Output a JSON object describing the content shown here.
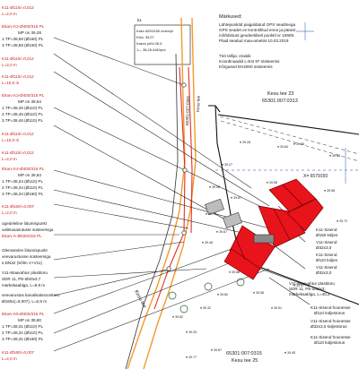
{
  "notes_heading": "Märkused:",
  "notes_lines": [
    "Lähtepunktid paigaldatud GPS seadmega",
    "GPS seadet on kontrollitud enne ja pärast",
    "mõõdistust geodeetilisel punktil nr 10908.",
    "Plaid seadud maa-ametist 10.03.2019"
  ],
  "work_lines": [
    "Töö tellija: eraisik",
    "Koordinaadid L-Est 97 süsteemis",
    "Kõrgused EH2000 süsteemis"
  ],
  "legend_box": {
    "title": "k1",
    "lines": [
      "Kaev d200/160 mulm/pl",
      "Kõrv. 39,07",
      "Kaevu põhi 38,3",
      "1— 38,28 d160pvc"
    ]
  },
  "parcel_top": "Kesu tee 23",
  "parcel_top_id": "65301:007:0313",
  "parcel_bottom_id": "65301:007:0315",
  "parcel_bottom": "Kesu tee 25",
  "vertical_parcel": "65301:007:0381",
  "vertical_street": "Kesu tee",
  "street_label": "Kesu tee",
  "coord_label": "X= 6579150",
  "left_labels": [
    "K11-Ø110/=0,012",
    "L=2,0 m",
    "Ekarv K2-Ø400/315 PL",
    "MP on 39,28",
    "1.TP=38,58 (Ø160) PL",
    "3.TP=38,58 (Ø160) PL",
    "K11-Ø110/=0,012",
    "L=2,0 m",
    "K11-Ø110/=0,012",
    "L=10,0 m",
    "Ekarv K3-Ø400/315 PL",
    "MP on 39,64",
    "1.TP=38,46 (Ø110) PL",
    "2.TP=38,46 (Ø110) PL",
    "3.TP=38,46 (Ø110) PL",
    "K11-Ø110/=0,012",
    "L=10,0 m",
    "K11-Ø110/=0,012",
    "L=2,0 m",
    "Ekarv K4-Ø400/315 PL",
    "MP on 39,84",
    "1.TP=38,34 (Ø110) PL",
    "2.TP=38,34 (Ø110) PL",
    "3.TP=38,34 (Ø160) PL",
    "K11-Ø160/=0,007",
    "L=2,0 m",
    "ogedeleline liitumispunkt",
    "valitsusasutuste süsteemiga",
    "Ekarv K-Ø400/315 PL",
    "Olemasolev liitumispunkt",
    "veevarustusse süsteemiga",
    "s.DN32 (Sõlm V+V11)",
    "V11-Maavahtur plastitoru",
    "SDR 11, PE-Ø40x3,7",
    "märkekaablga, L=9,9 m",
    "veevarustus kanalisatsioonitoru",
    "Ø160x(=0,007), L=6,9 m",
    "Ekarv K5-Ø400/315 PL",
    "MP on 39,80",
    "1.TP=38,31 (Ø110) PL",
    "2.TP=38,31 (Ø110) PL",
    "3.TP=38,31 (Ø160) PL",
    "K11-Ø160/=0,007",
    "L=2,0 m"
  ],
  "right_labels": [
    "K11-Sisend",
    "Ø160 küljes",
    "V11-Sisend",
    "Ø32x3,0",
    "K11-Sisend",
    "Ø110 küljes",
    "V11-Sisend",
    "Ø32x3,0",
    "V11-Maavahtur plastitoru",
    "SDR 11, PE-Ø32x3,",
    "märkekaablga, L=40,2",
    "K11-Sisend hoonesse",
    "Ø110 küljestorus",
    "V11-Sisend hoonesse",
    "Ø32x3,0 küljestorus",
    "K11-Sisend hoonesse",
    "Ø110 küljestorus"
  ],
  "elevations": [
    {
      "v": "39.84"
    },
    {
      "v": "39.55"
    },
    {
      "v": "39.64"
    },
    {
      "v": "39.28"
    },
    {
      "v": "39.27"
    },
    {
      "v": "39.08"
    },
    {
      "v": "39.58"
    },
    {
      "v": "39.58"
    },
    {
      "v": "39.72"
    },
    {
      "v": "39.87"
    },
    {
      "v": "39.78"
    },
    {
      "v": "39.67"
    },
    {
      "v": "39.46"
    },
    {
      "v": "39.88"
    },
    {
      "v": "39.60"
    },
    {
      "v": "39.32"
    },
    {
      "v": "39.25"
    },
    {
      "v": "39.58"
    },
    {
      "v": "39.51"
    },
    {
      "v": "39.57"
    },
    {
      "v": "39.45"
    },
    {
      "v": "39.87"
    },
    {
      "v": "39.77"
    },
    {
      "v": "39.82"
    }
  ],
  "colors": {
    "building": "#e8131b",
    "pipe_red": "#e0302a",
    "road_orange": "#f39a2b",
    "grid_blue": "#5b86c9"
  }
}
